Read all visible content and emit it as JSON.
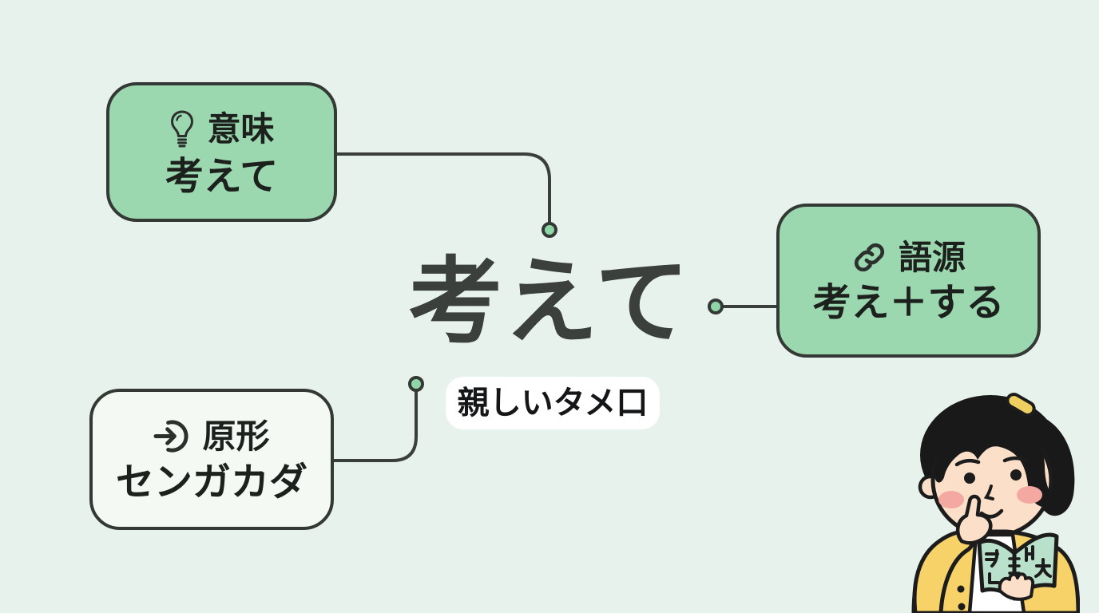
{
  "colors": {
    "background": "#e8f2ec",
    "node_green": "#9bd8af",
    "node_light": "#f4f9f4",
    "outline": "#343936",
    "wire": "#3a3f3b",
    "node_text": "#1d211e",
    "headword_text": "#3c403d",
    "pill_bg": "#ffffff",
    "pill_text": "#141618",
    "dot_fill": "#8fd5a9",
    "icon": "#2c302d",
    "hair_black": "#191919",
    "skin": "#fbdfc8",
    "blush": "#f4a8a2",
    "cardigan_yellow": "#f6d268",
    "scrunchie_yellow": "#eecf60",
    "book_green": "#b9e0ca",
    "shirt_white": "#ffffff"
  },
  "center": {
    "headword": "考えて",
    "register_tag": "親しいタメ口"
  },
  "nodes": {
    "meaning": {
      "label": "意味",
      "value": "考えて"
    },
    "etymology": {
      "label": "語源",
      "value": "考え＋する"
    },
    "base_form": {
      "label": "原形",
      "value": "センガカダ"
    }
  },
  "character": {
    "book_glyphs": "ㅋㄴㅐ大"
  }
}
